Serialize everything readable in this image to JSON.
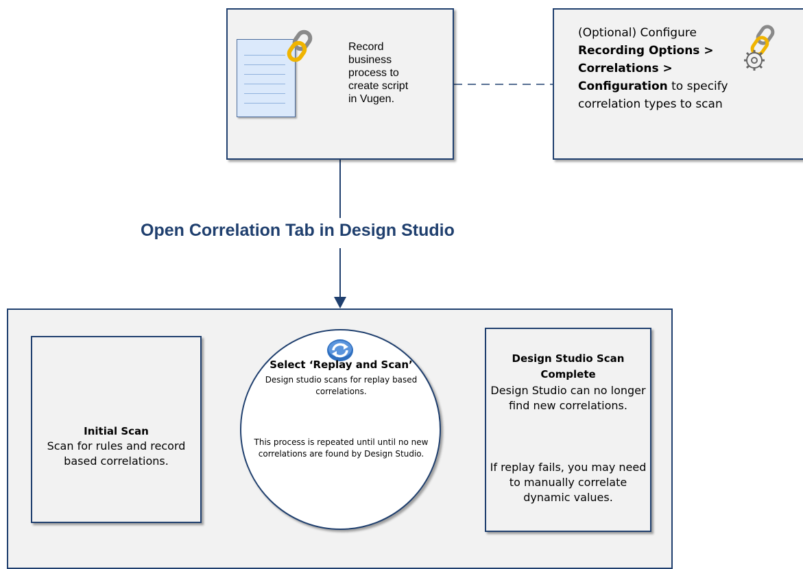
{
  "top_left": {
    "text": "Record business process to create script in Vugen."
  },
  "top_right": {
    "prefix": "(Optional) Configure ",
    "bold1": "Recording Options >",
    "bold2": "Correlations >",
    "bold3": "Configuration",
    "suffix": " to specify correlation types to scan"
  },
  "heading": "Open Correlation Tab in Design Studio",
  "initial_scan": {
    "title": "Initial Scan",
    "description": "Scan for rules and record based correlations."
  },
  "replay_scan": {
    "title": "Select ‘Replay and Scan’",
    "description1": "Design studio scans for replay based correlations.",
    "description2": "This process is repeated until until no  new correlations are found by Design Studio."
  },
  "scan_complete": {
    "title": "Design Studio Scan Complete",
    "description1": "Design Studio can no longer find new correlations.",
    "description2": "If replay fails, you may need to manually correlate dynamic values."
  },
  "colors": {
    "border": "#1f3f6e",
    "box_fill": "#f2f2f2",
    "heading": "#1f3f6e",
    "link_icon_gold": "#f0b400",
    "link_icon_gray": "#8a8a8a",
    "refresh_icon_blue": "#2f6fbf"
  },
  "icons": [
    "document-icon",
    "chain-link-icon",
    "chain-gear-icon",
    "refresh-icon"
  ]
}
